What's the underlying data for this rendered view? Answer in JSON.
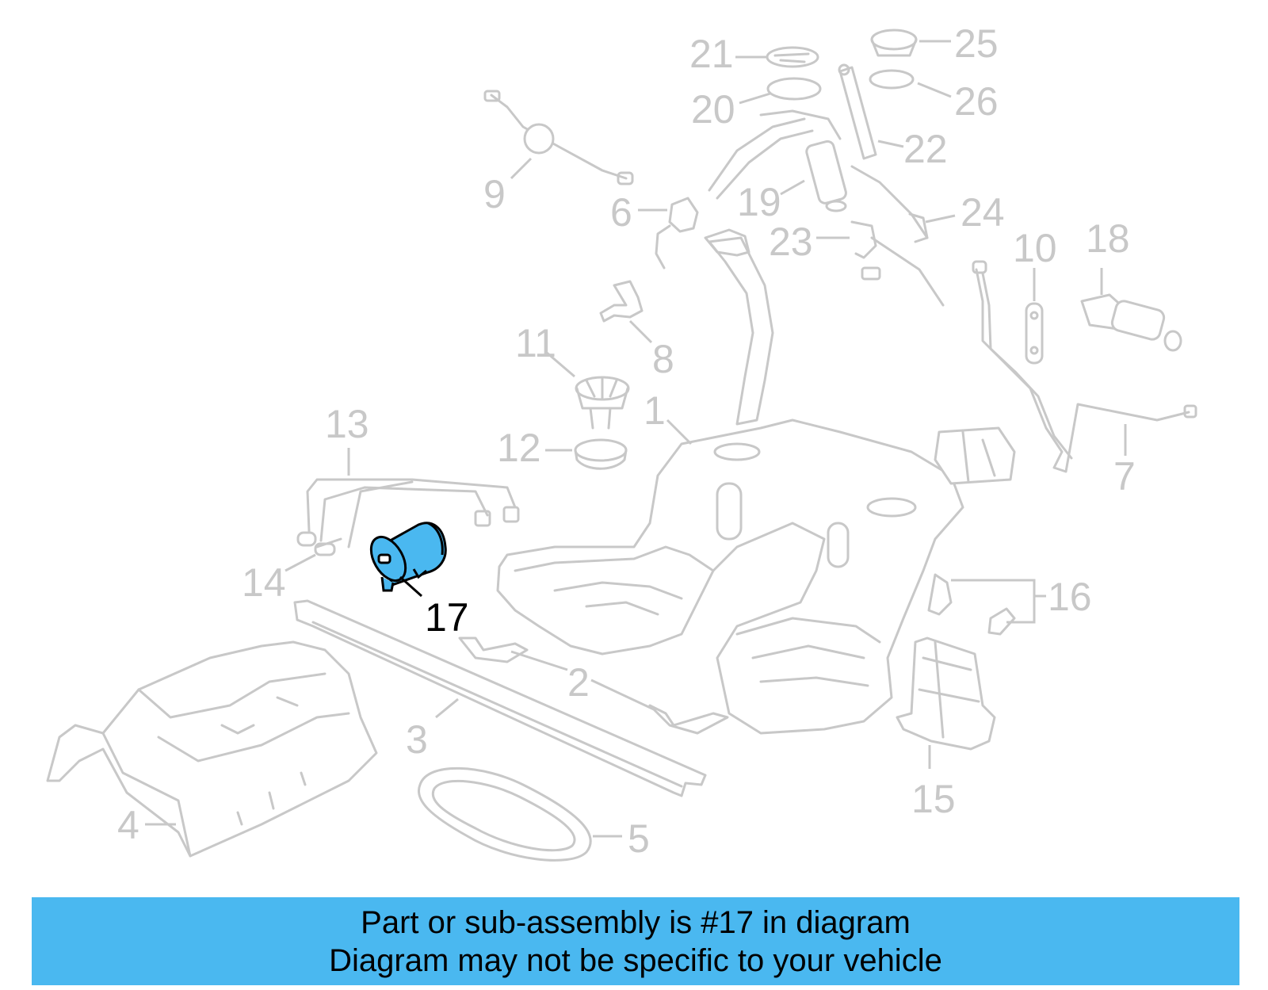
{
  "highlight": {
    "part_number": "17",
    "color": "#4ab8f0"
  },
  "callouts": [
    {
      "id": "c1",
      "label": "1"
    },
    {
      "id": "c2",
      "label": "2"
    },
    {
      "id": "c3",
      "label": "3"
    },
    {
      "id": "c4",
      "label": "4"
    },
    {
      "id": "c5",
      "label": "5"
    },
    {
      "id": "c6",
      "label": "6"
    },
    {
      "id": "c7",
      "label": "7"
    },
    {
      "id": "c8",
      "label": "8"
    },
    {
      "id": "c9",
      "label": "9"
    },
    {
      "id": "c10",
      "label": "10"
    },
    {
      "id": "c11",
      "label": "11"
    },
    {
      "id": "c12",
      "label": "12"
    },
    {
      "id": "c13",
      "label": "13"
    },
    {
      "id": "c14",
      "label": "14"
    },
    {
      "id": "c15",
      "label": "15"
    },
    {
      "id": "c16",
      "label": "16"
    },
    {
      "id": "c17",
      "label": "17"
    },
    {
      "id": "c18",
      "label": "18"
    },
    {
      "id": "c19",
      "label": "19"
    },
    {
      "id": "c20",
      "label": "20"
    },
    {
      "id": "c21",
      "label": "21"
    },
    {
      "id": "c22",
      "label": "22"
    },
    {
      "id": "c23",
      "label": "23"
    },
    {
      "id": "c24",
      "label": "24"
    },
    {
      "id": "c25",
      "label": "25"
    },
    {
      "id": "c26",
      "label": "26"
    }
  ],
  "banner": {
    "line1": "Part or sub-assembly is #17 in diagram",
    "line2": "Diagram may not be specific to your vehicle",
    "background": "#4ab8f0"
  }
}
